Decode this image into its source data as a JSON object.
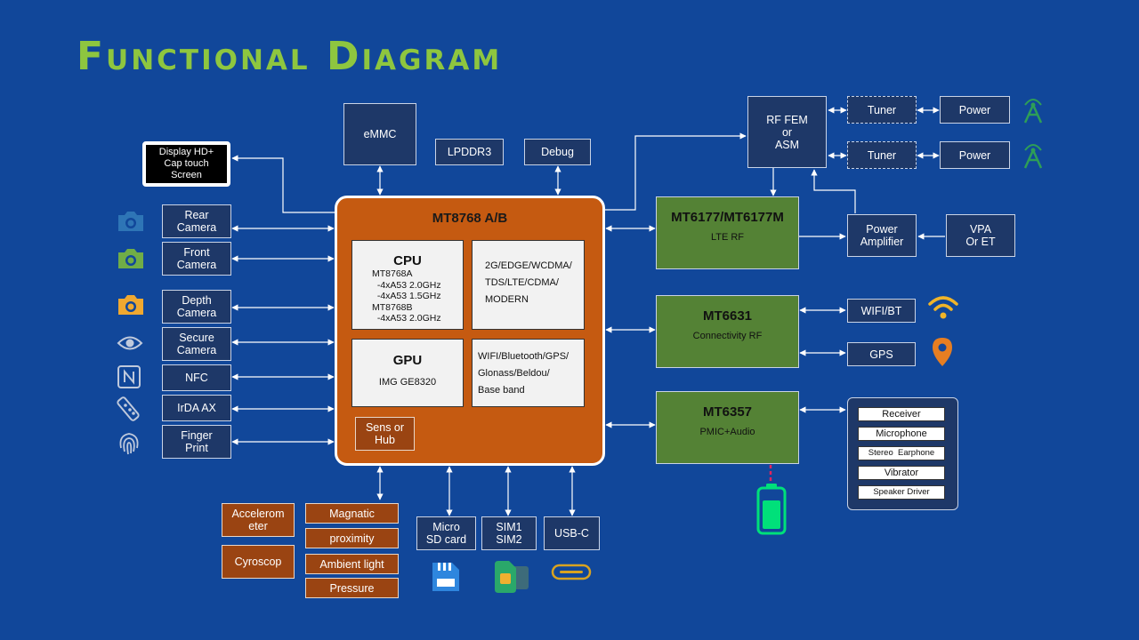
{
  "title": "Functional Diagram",
  "colors": {
    "background": "#11479a",
    "title": "#8ec63f",
    "soc": "#c55a11",
    "rf_module": "#548235",
    "sensor": "#9a4412",
    "box": "#1e3868"
  },
  "soc": {
    "title": "MT8768 A/B",
    "cpu": {
      "heading": "CPU",
      "lines": [
        "MT8768A",
        "  -4xA53 2.0GHz",
        "  -4xA53 1.5GHz",
        "MT8768B",
        "  -4xA53 2.0GHz"
      ]
    },
    "gpu": {
      "heading": "GPU",
      "model": "IMG GE8320"
    },
    "modem": "2G/EDGE/WCDMA/\nTDS/LTE/CDMA/\nMODERN",
    "connectivity": "WIFI/Bluetooth/GPS/\nGlonass/Beldou/\nBase band",
    "sensor_hub": "Sens or\nHub"
  },
  "memory": {
    "emmc": "eMMC",
    "lpddr": "LPDDR3",
    "debug": "Debug"
  },
  "display": "Display HD+\nCap touch\nScreen",
  "left_peripherals": [
    "Rear\nCamera",
    "Front\nCamera",
    "Depth\nCamera",
    "Secure\nCamera",
    "NFC",
    "IrDA AX",
    "Finger\nPrint"
  ],
  "left_icons": [
    "camera-icon",
    "camera-icon",
    "camera-icon",
    "eye-icon",
    "nfc-icon",
    "remote-icon",
    "fingerprint-icon"
  ],
  "bottom_ports": [
    "Micro\nSD card",
    "SIM1\nSIM2",
    "USB-C"
  ],
  "sensors_left": [
    "Accelerom\neter",
    "Cyroscop"
  ],
  "sensors_right": [
    "Magnatic",
    "proximity",
    "Ambient light",
    "Pressure"
  ],
  "rf": {
    "fem": "RF FEM\nor\nASM",
    "tuner": "Tuner",
    "power": "Power",
    "power_amplifier": "Power\nAmplifier",
    "vpa": "VPA\nOr ET"
  },
  "modules": [
    {
      "title": "MT6177/MT6177M",
      "subtitle": "LTE RF"
    },
    {
      "title": "MT6631",
      "subtitle": "Connectivity RF"
    },
    {
      "title": "MT6357",
      "subtitle": "PMIC+Audio"
    }
  ],
  "connectivity_outputs": [
    "WIFI/BT",
    "GPS"
  ],
  "audio_outputs": [
    "Receiver",
    "Microphone",
    "Stereo  Earphone",
    "Vibrator",
    "Speaker Driver"
  ]
}
